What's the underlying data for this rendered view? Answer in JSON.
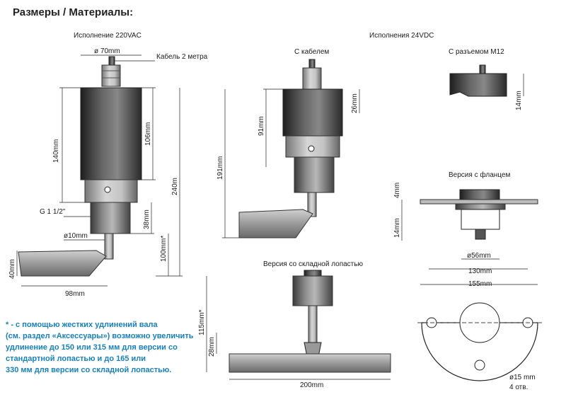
{
  "header": {
    "title": "Размеры / Материалы:"
  },
  "v220": {
    "title": "Исполнение 220VAC",
    "dia_top": "ø 70mm",
    "cable": "Кабель 2 метра",
    "h140": "140mm",
    "h106": "106mm",
    "h240": "240m",
    "thread": "G  1 1/2\"",
    "h38": "38mm",
    "shaft": "ø10mm",
    "h100": "100mm*",
    "h40": "40mm",
    "w98": "98mm"
  },
  "v24": {
    "title": "Исполнения 24VDC",
    "cable_title": "С кабелем",
    "m12_title": "С разъемом M12",
    "h26": "26mm",
    "h14": "14mm",
    "h91": "91mm",
    "h191": "191mm"
  },
  "flange": {
    "title": "Версия с фланцем",
    "h4": "4mm",
    "h14": "14mm",
    "d56": "ø56mm",
    "w130": "130mm",
    "w155": "155mm",
    "hole": "ø15 mm",
    "holes": "4 отв."
  },
  "folding": {
    "title": "Версия со складной лопастью",
    "h115": "115mm*",
    "h28": "28mm",
    "w200": "200mm"
  },
  "footnote": {
    "lines": [
      "* - с помощью жестких удлинений вала",
      "(см. раздел «Аксессуары») возможно увеличить",
      "удлинение до 150 или 315 мм для версии со",
      "стандартной лопастью и до 165 или",
      "330 мм для версии со складной лопастью."
    ]
  },
  "colors": {
    "note": "#1a7fb7",
    "metal": "#6f6f6f",
    "dark": "#333333"
  }
}
